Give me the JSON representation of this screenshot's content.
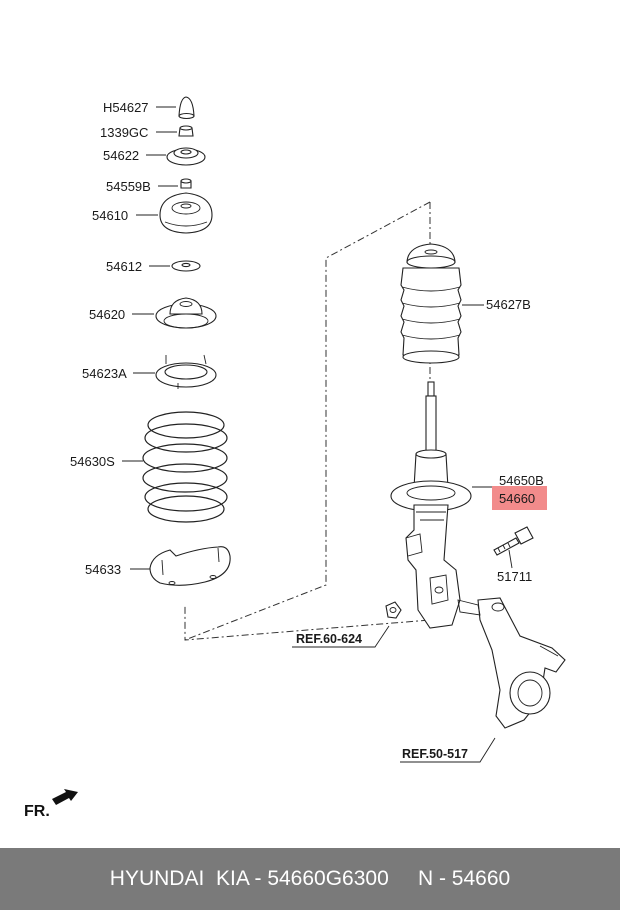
{
  "labels": {
    "h54627": "H54627",
    "c1339gc": "1339GC",
    "p54622": "54622",
    "p54559b": "54559B",
    "p54610": "54610",
    "p54612": "54612",
    "p54620": "54620",
    "p54623a": "54623A",
    "p54630s": "54630S",
    "p54633": "54633",
    "p54627b": "54627B",
    "p54650b": "54650B",
    "p54660": "54660",
    "p51711": "51711",
    "ref60": "REF.60-624",
    "ref50": "REF.50-517",
    "fr": "FR."
  },
  "highlight_color": "#f28b8b",
  "footer": {
    "brand": "HYUNDAI  KIA - 54660G6300",
    "code": "N - 54660"
  }
}
